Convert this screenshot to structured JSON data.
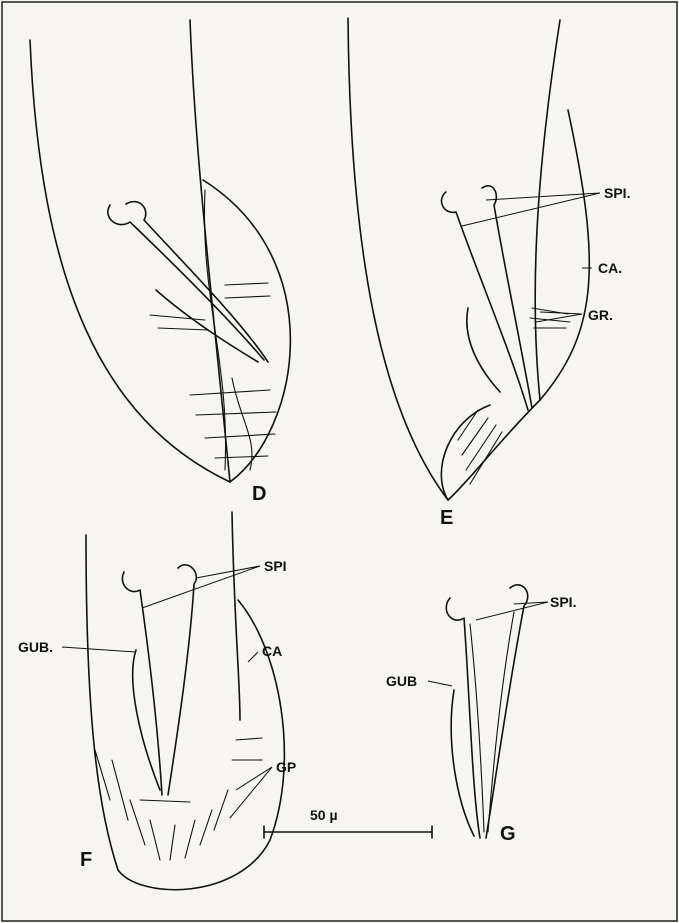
{
  "figures": [
    {
      "letter": "D"
    },
    {
      "letter": "E",
      "labels": {
        "spicules": "SPI.",
        "caudal_alae": "CA.",
        "gubernacular_rays": "GR."
      }
    },
    {
      "letter": "F",
      "labels": {
        "spicules": "SPI",
        "caudal_alae": "CA",
        "gubernaculum": "GUB.",
        "genital_papillae": "GP"
      }
    },
    {
      "letter": "G",
      "labels": {
        "spicules": "SPI.",
        "gubernaculum": "GUB"
      }
    }
  ],
  "scale_bar": {
    "label": "50 µ",
    "length_um": 50
  },
  "colors": {
    "ink": "#111111",
    "paper": "#f6f5f1"
  }
}
